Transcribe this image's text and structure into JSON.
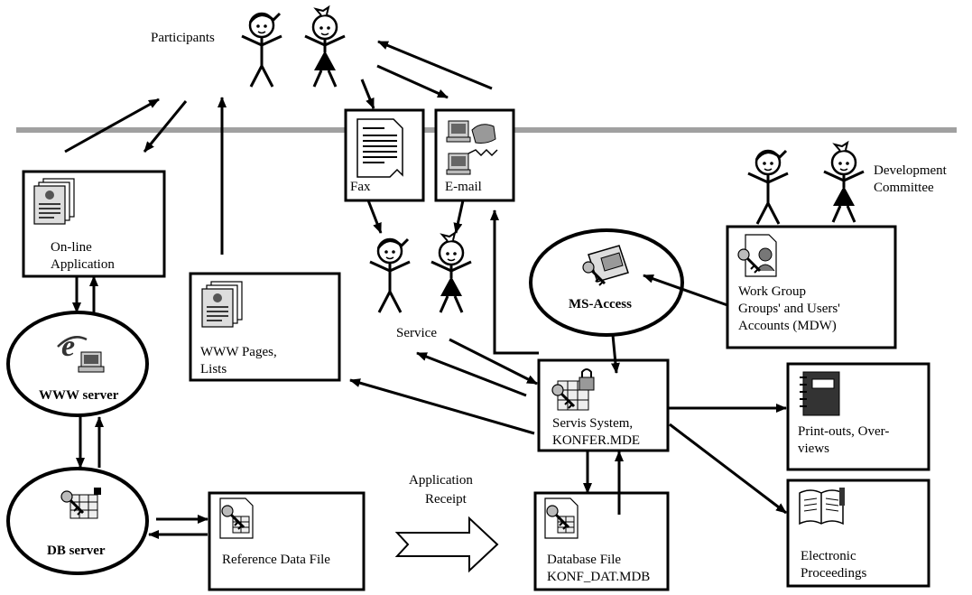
{
  "participants_label": "Participants",
  "development_committee": [
    "Development",
    "Committee"
  ],
  "service_label": "Service",
  "application_receipt": [
    "Application",
    "Receipt"
  ],
  "boxes": {
    "fax": "Fax",
    "email": "E-mail",
    "online_application": [
      "On-line",
      "Application"
    ],
    "www_pages": [
      "WWW Pages,",
      "Lists"
    ],
    "work_group": [
      "Work Group",
      "Groups' and Users'",
      "Accounts (MDW)"
    ],
    "servis_system": [
      "Servis System,",
      "KONFER.MDE"
    ],
    "printouts": [
      "Print-outs, Over-",
      "views"
    ],
    "electronic_proceedings": [
      "Electronic",
      "Proceedings"
    ],
    "reference_data_file": "Reference Data File",
    "database_file": [
      "Database File",
      "KONF_DAT.MDB"
    ]
  },
  "ellipses": {
    "ms_access": "MS-Access",
    "www_server": "WWW server",
    "db_server": "DB server"
  },
  "icons": [
    "document-stack-icon",
    "fax-icon",
    "email-computer-icon",
    "access-key-icon",
    "ie-computer-icon",
    "database-server-icon",
    "reference-table-icon",
    "database-table-icon",
    "locked-table-icon",
    "workgroup-icon",
    "notebook-icon",
    "book-icon",
    "stick-figure-boy-icon",
    "stick-figure-girl-icon"
  ]
}
